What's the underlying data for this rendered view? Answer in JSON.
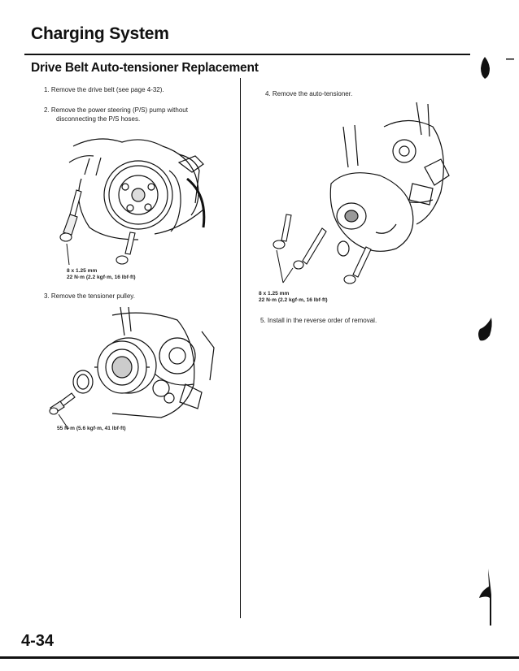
{
  "header": {
    "section_title": "Charging System",
    "page_title": "Drive Belt Auto-tensioner Replacement"
  },
  "left_column": {
    "step1": "1.  Remove the drive belt (see page 4-32).",
    "step2_line1": "2.  Remove the power steering (P/S) pump without",
    "step2_line2": "disconnecting the P/S hoses.",
    "fig1_spec_line1": "8 x 1.25 mm",
    "fig1_spec_line2": "22 N·m (2.2 kgf·m, 16 lbf·ft)",
    "step3": "3.  Remove the tensioner pulley.",
    "fig2_spec": "55 N·m (5.6 kgf·m, 41 lbf·ft)"
  },
  "right_column": {
    "step4": "4.  Remove the auto-tensioner.",
    "fig3_spec_line1": "8 x 1.25 mm",
    "fig3_spec_line2": "22 N·m (2.2 kgf·m, 16 lbf·ft)",
    "step5": "5.  Install in the reverse order of removal."
  },
  "footer": {
    "page_number": "4-34"
  }
}
